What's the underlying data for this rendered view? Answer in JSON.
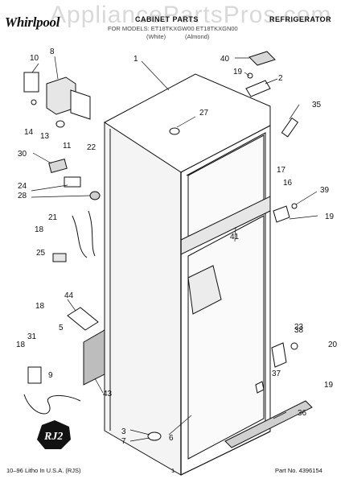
{
  "header": {
    "brand": "Whirlpool",
    "watermark": "AppliancePartsPros.com",
    "section_title": "CABINET PARTS",
    "category": "REFRIGERATOR",
    "model_line": "FOR MODELS: ET18TKXGW00 ET18TKXGN00",
    "color_a": "(White)",
    "color_b": "(Almond)"
  },
  "callouts": [
    "1",
    "2",
    "3",
    "5",
    "6",
    "7",
    "8",
    "9",
    "10",
    "11",
    "13",
    "14",
    "16",
    "17",
    "18",
    "18",
    "18",
    "19",
    "19",
    "19",
    "20",
    "21",
    "22",
    "23",
    "24",
    "25",
    "27",
    "28",
    "30",
    "31",
    "35",
    "36",
    "37",
    "38",
    "39",
    "40",
    "41",
    "43",
    "44"
  ],
  "badge": "RJ2",
  "footer": {
    "left": "10–96 Litho In U.S.A. (RJS)",
    "page": "1",
    "part_no": "Part No. 4396154"
  }
}
